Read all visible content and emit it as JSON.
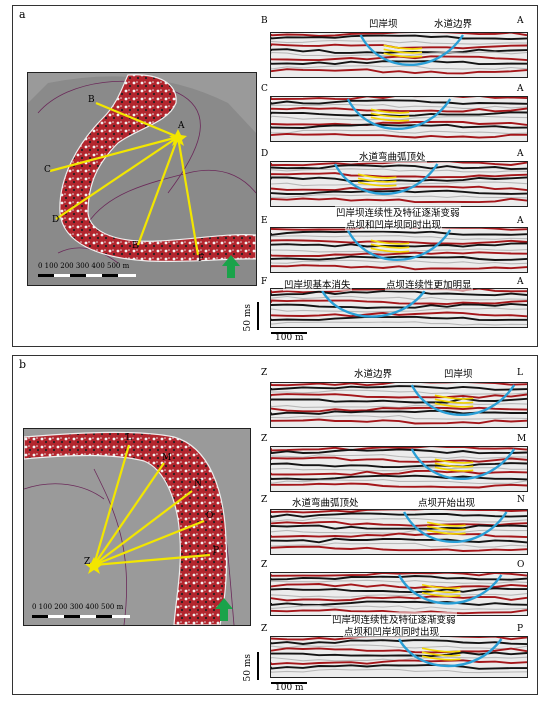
{
  "panels": {
    "a": {
      "label": "a",
      "map_scale": "0   100  200  300  400  500 m",
      "map_points": {
        "A": "A",
        "B": "B",
        "C": "C",
        "D": "D",
        "E": "E",
        "F": "F"
      },
      "sections": [
        {
          "left": "B",
          "right": "A"
        },
        {
          "left": "C",
          "right": "A"
        },
        {
          "left": "D",
          "right": "A"
        },
        {
          "left": "E",
          "right": "A"
        },
        {
          "left": "F",
          "right": "A"
        }
      ],
      "annotations": {
        "concave_dam": "凹岸坝",
        "channel_boundary": "水道边界",
        "meander_apex": "水道弯曲弧顶处",
        "weakening_line1": "凹岸坝连续性及特征逐渐变弱",
        "weakening_line2": "点坝和凹岸坝同时出现",
        "dam_vanish": "凹岸坝基本消失",
        "point_bar_clear": "点坝连续性更加明显"
      },
      "time_scale": "50 ms",
      "distance_scale": "100 m"
    },
    "b": {
      "label": "b",
      "map_scale": "0   100  200  300  400  500 m",
      "map_points": {
        "Z": "Z",
        "L": "L",
        "M": "M",
        "N": "N",
        "O": "O",
        "P": "P"
      },
      "sections": [
        {
          "left": "Z",
          "right": "L"
        },
        {
          "left": "Z",
          "right": "M"
        },
        {
          "left": "Z",
          "right": "N"
        },
        {
          "left": "Z",
          "right": "O"
        },
        {
          "left": "Z",
          "right": "P"
        }
      ],
      "annotations": {
        "channel_boundary": "水道边界",
        "concave_dam": "凹岸坝",
        "meander_apex": "水道弯曲弧顶处",
        "point_bar_start": "点坝开始出现",
        "weakening_line1": "凹岸坝连续性及特征逐渐变弱",
        "weakening_line2": "点坝和凹岸坝同时出现"
      },
      "time_scale": "50 ms",
      "distance_scale": "100 m"
    }
  },
  "colors": {
    "channel_outline": "#2a9fd6",
    "dam_line": "#f2d500",
    "radial_line": "#f2e600",
    "arrow": "#1aa34a",
    "seismic_red": "#a4161a"
  }
}
